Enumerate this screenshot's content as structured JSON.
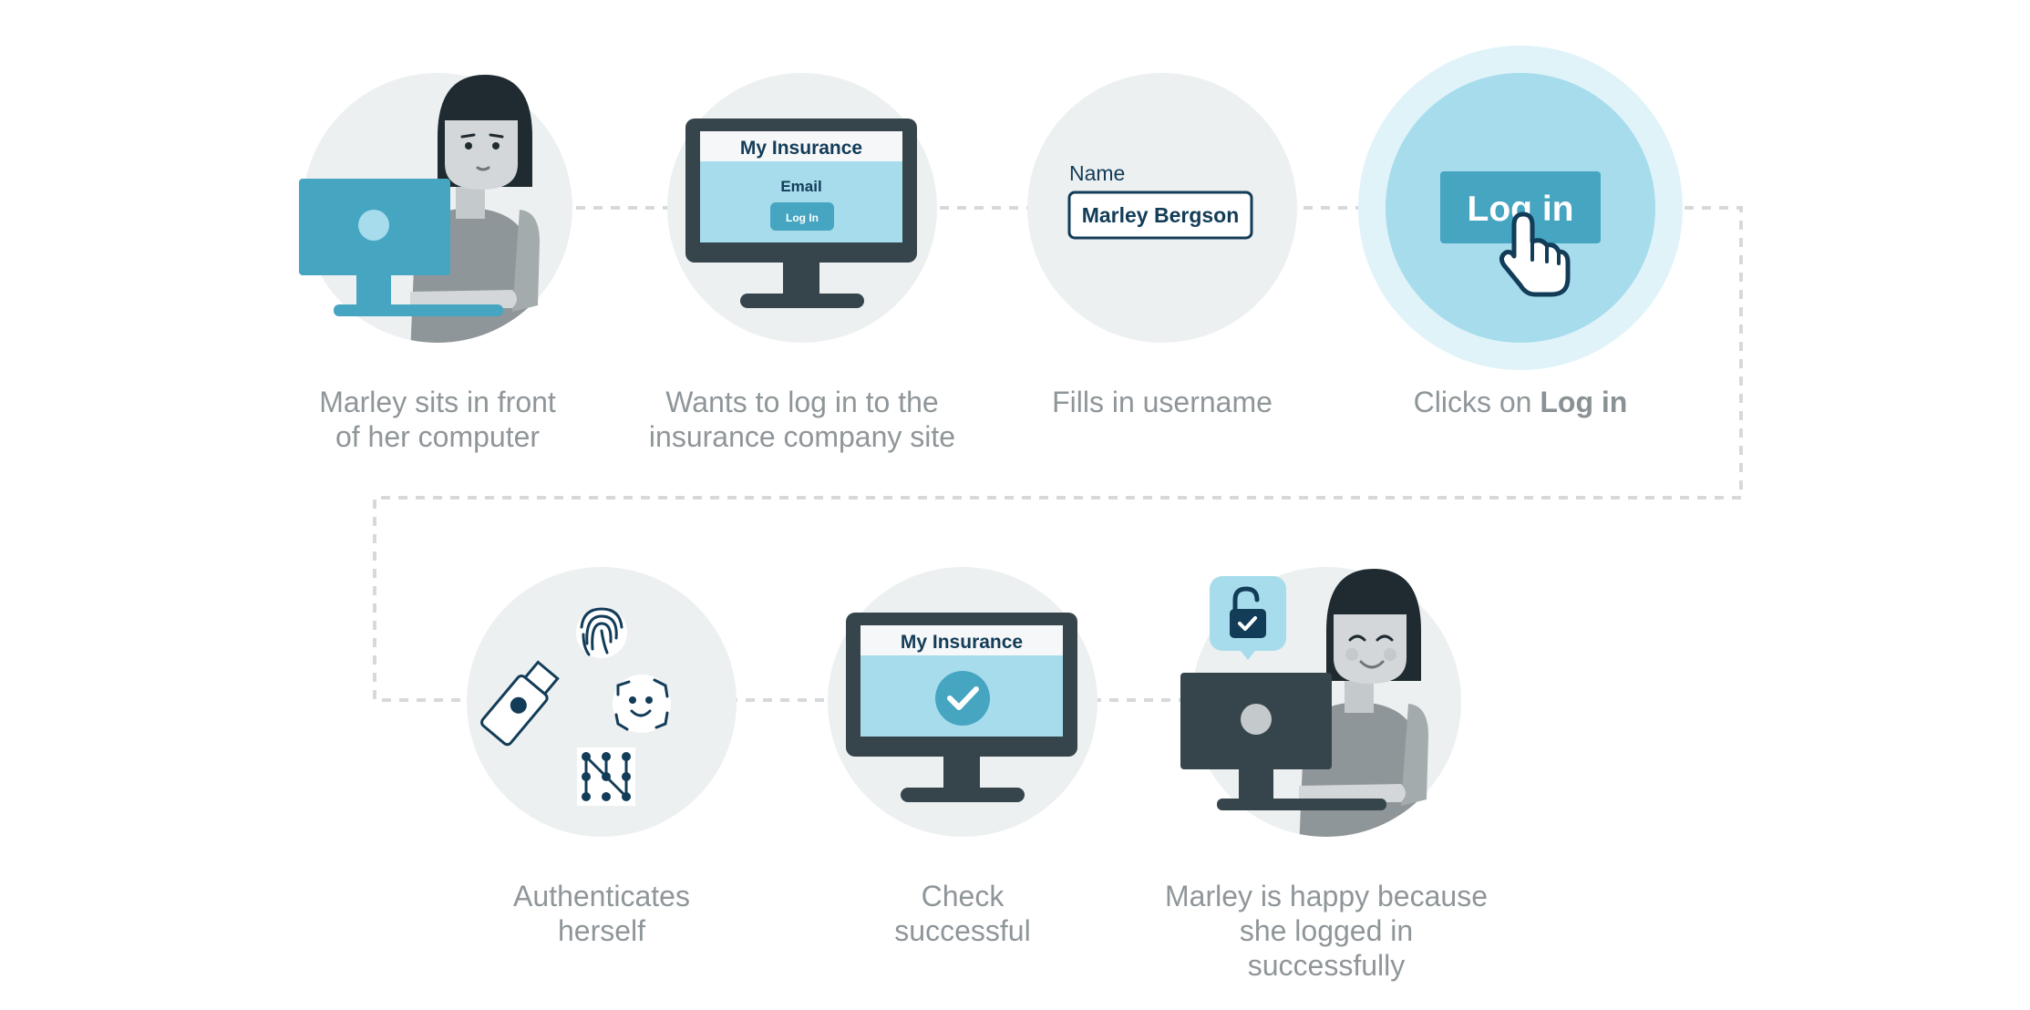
{
  "steps": [
    {
      "id": "sits",
      "caption": "Marley sits in front\nof her computer"
    },
    {
      "id": "wants",
      "caption": "Wants to log in to the\ninsurance company site",
      "screen": {
        "title": "My Insurance",
        "field_label": "Email",
        "button": "Log In"
      }
    },
    {
      "id": "fills",
      "caption": "Fills in username",
      "form": {
        "label": "Name",
        "value": "Marley Bergson"
      }
    },
    {
      "id": "clicks",
      "caption_prefix": "Clicks on ",
      "caption_bold": "Log in",
      "button": "Log in"
    },
    {
      "id": "auth",
      "caption": "Authenticates\nherself"
    },
    {
      "id": "check",
      "caption": "Check\nsuccessful",
      "screen": {
        "title": "My Insurance"
      }
    },
    {
      "id": "happy",
      "caption": "Marley is happy because\nshe logged in successfully"
    }
  ],
  "colors": {
    "circle": "#edf0f1",
    "accent": "#46a5c1",
    "accent_light": "#a6dcec",
    "accent_halo": "#e0f3f9",
    "dark": "#36454b",
    "navy": "#123c58",
    "caption": "#8f9699",
    "dotted": "#d6d9db"
  }
}
